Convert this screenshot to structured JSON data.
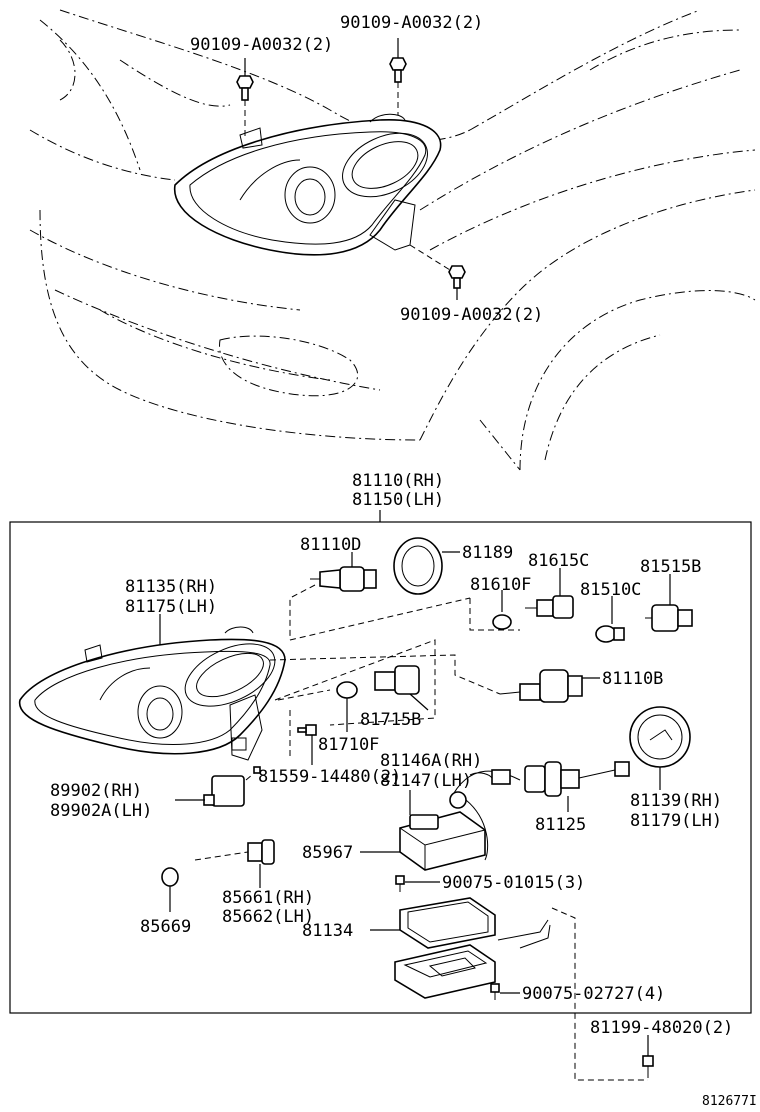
{
  "labels": {
    "bolt_top_left": "90109-A0032(2)",
    "bolt_top_right": "90109-A0032(2)",
    "bolt_lower": "90109-A0032(2)",
    "assy_rh": "81110(RH)",
    "assy_lh": "81150(LH)",
    "p81110d": "81110D",
    "p81189": "81189",
    "p81615c": "81615C",
    "p81515b": "81515B",
    "p81135": "81135(RH)",
    "p81175": "81175(LH)",
    "p81610f": "81610F",
    "p81510c": "81510C",
    "p81110b": "81110B",
    "p81715b": "81715B",
    "p81710f": "81710F",
    "p81146a": "81146A(RH)",
    "p81147": "81147(LH)",
    "p89902": "89902(RH)",
    "p89902a": "89902A(LH)",
    "p81559": "81559-14480(2)",
    "p81125": "81125",
    "p81139": "81139(RH)",
    "p81179": "81179(LH)",
    "p85967": "85967",
    "p90075_01015": "90075-01015(3)",
    "p85661": "85661(RH)",
    "p85662": "85662(LH)",
    "p85669": "85669",
    "p81134": "81134",
    "p90075_02727": "90075-02727(4)",
    "p81199": "81199-48020(2)",
    "figure_id": "812677I"
  }
}
